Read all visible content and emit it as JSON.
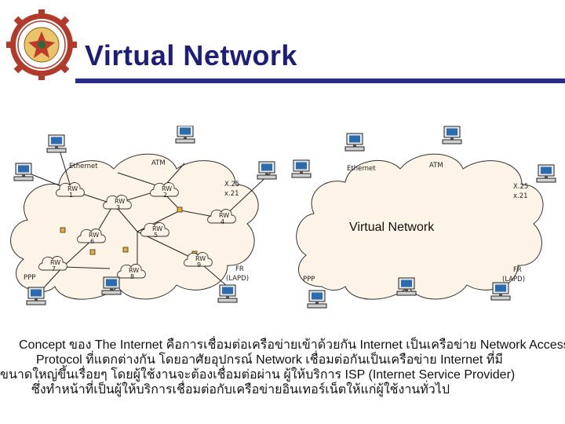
{
  "header": {
    "title": "Virtual Network",
    "colors": {
      "title": "#1d1d7a",
      "bar": "#2a2a8a",
      "logo": "#b23a2a"
    }
  },
  "left_network": {
    "labels": {
      "ethernet": "Ethernet",
      "atm": "ATM",
      "x25": "X.25",
      "x21": "x.21",
      "ppp": "PPP",
      "fr": "FR",
      "lapd": "(LAPD)"
    },
    "routers": [
      {
        "top": "RW",
        "bottom": "1"
      },
      {
        "top": "RW",
        "bottom": "2"
      },
      {
        "top": "RW",
        "bottom": "3"
      },
      {
        "top": "RW",
        "bottom": "4"
      },
      {
        "top": "RW",
        "bottom": "5"
      },
      {
        "top": "RW",
        "bottom": "6"
      },
      {
        "top": "RW",
        "bottom": "7"
      },
      {
        "top": "RW",
        "bottom": "8"
      },
      {
        "top": "RW",
        "bottom": "9"
      }
    ]
  },
  "right_network": {
    "labels": {
      "ethernet": "Ethernet",
      "atm": "ATM",
      "x25": "X.25",
      "x21": "x.21",
      "ppp": "PPP",
      "fr": "FR",
      "lapd": "(LAPD)",
      "center": "Virtual Network"
    }
  },
  "caption": {
    "lines": [
      "Concept ของ The Internet คือการเชื่อมต่อเครือข่ายเข้าด้วยกัน Internet เป็นเครือข่าย Network Access",
      "Protocol ที่แตกต่างกัน โดยอาศัยอุปกรณ์ Network เชื่อมต่อกันเป็นเครือข่าย Internet ที่มี",
      "ขนาดใหญ่ขึ้นเรื่อยๆ โดยผู้ใช้งานจะต้องเชื่อมต่อผ่าน ผู้ให้บริการ ISP (Internet Service Provider)",
      "ซึ่งทำหน้าที่เป็นผู้ให้บริการเชื่อมต่อกับเครือข่ายอินเทอร์เน็ตให้แก่ผู้ใช้งานทั่วไป"
    ]
  }
}
